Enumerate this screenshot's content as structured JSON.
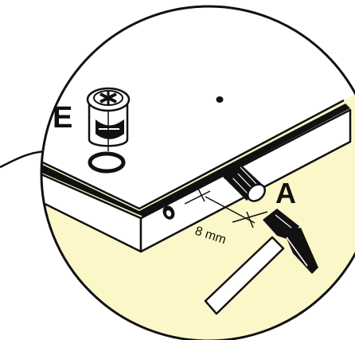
{
  "figure": {
    "labels": {
      "part_a": "A",
      "part_e": "E"
    },
    "dimension": "8 mm",
    "colors": {
      "floor": "#fbf7c8",
      "panel": "#ffffff",
      "outline": "#111111"
    }
  }
}
